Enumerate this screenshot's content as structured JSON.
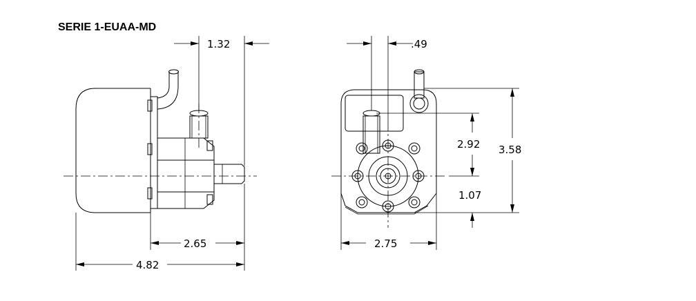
{
  "title": "SERIE 1-EUAA-MD",
  "dimensions": {
    "side_depth": "1.32",
    "front_offset": ".49",
    "front_height_upper": "2.92",
    "front_height_total": "3.58",
    "front_height_lower": "1.07",
    "side_width_nozzle": "2.65",
    "front_width": "2.75",
    "side_width_total": "4.82"
  }
}
